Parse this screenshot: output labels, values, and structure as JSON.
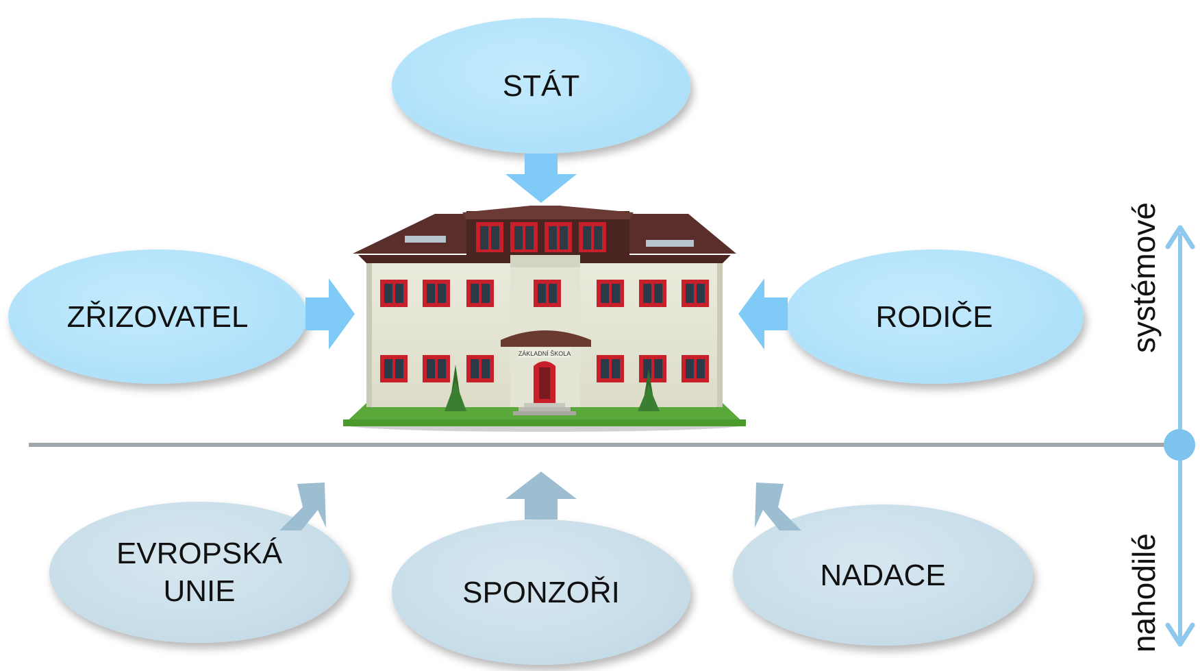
{
  "nodes": {
    "stat": "STÁT",
    "zrizovatel": "ZŘIZOVATEL",
    "rodice": "RODIČE",
    "evropska_unie": [
      "EVROPSKÁ",
      "UNIE"
    ],
    "sponzori": "SPONZOŘI",
    "nadace": "NADACE"
  },
  "axis": {
    "top_label": "systémové",
    "bottom_label": "nahodilé"
  },
  "school_sign": "ZÁKLADNÍ ŠKOLA",
  "colors": {
    "systemic_fill": "#b3e3fb",
    "systemic_arrow": "#7fcaf6",
    "random_fill": "#cadfea",
    "random_arrow": "#9dbdd1",
    "axis": "#8ec8ec",
    "divider": "#9fa7ab"
  }
}
